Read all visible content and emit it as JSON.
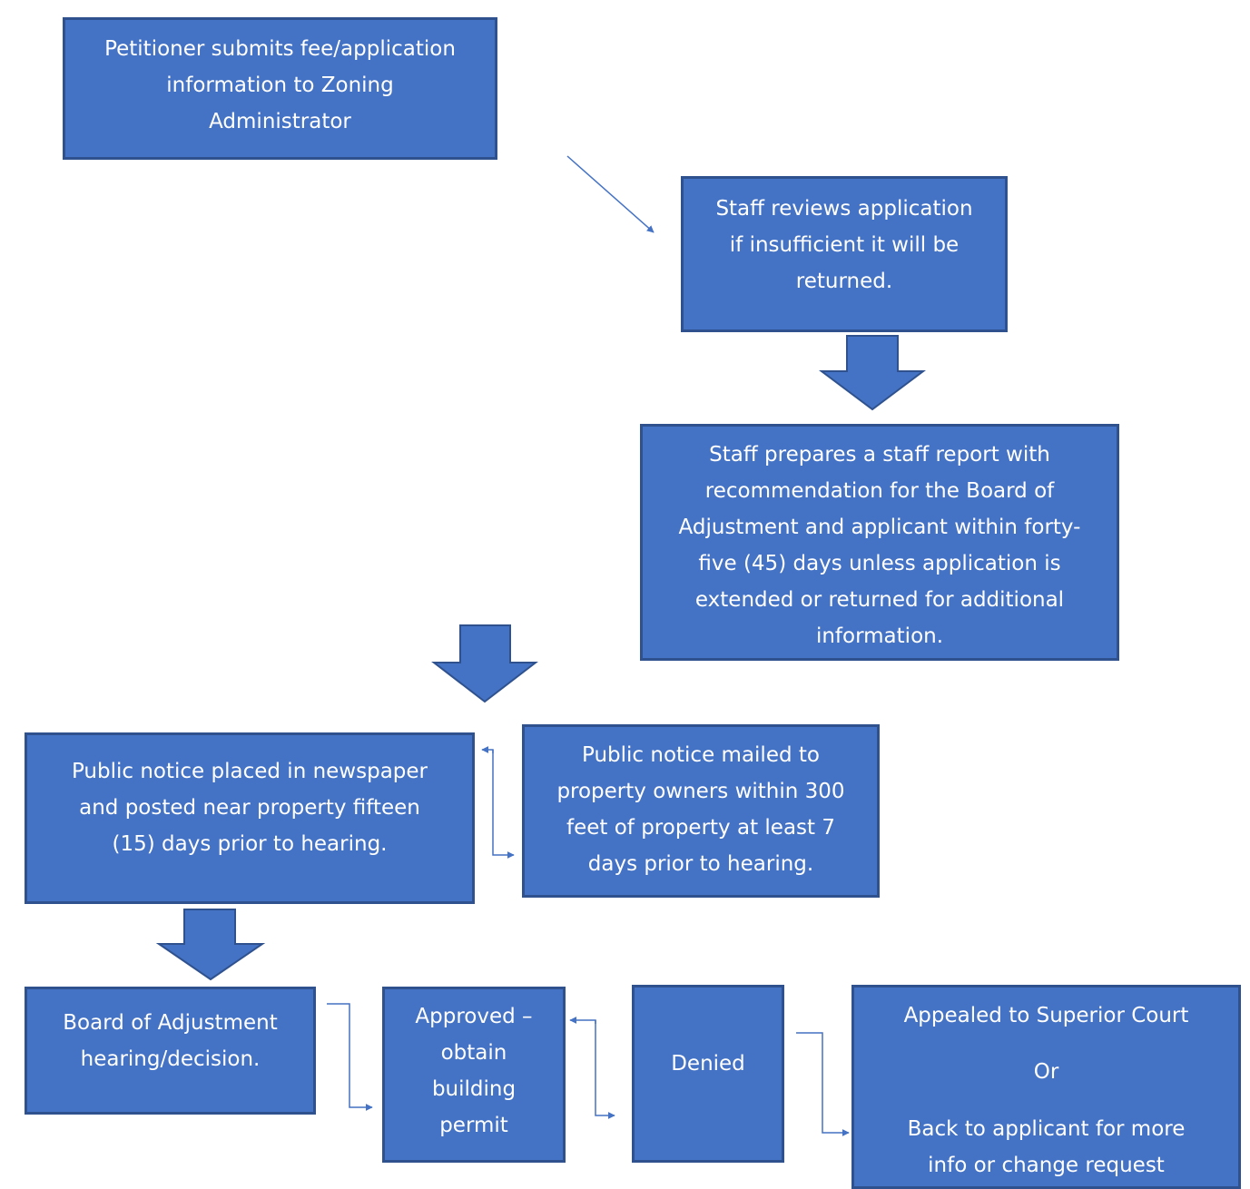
{
  "boxes": {
    "submit": {
      "lines": [
        "Petitioner submits fee/application",
        "information to Zoning",
        "Administrator"
      ]
    },
    "review": {
      "lines": [
        "Staff reviews application",
        "if insufficient it will be",
        "returned."
      ]
    },
    "report": {
      "lines": [
        "Staff prepares a staff report with",
        "recommendation for the Board of",
        "Adjustment and applicant within forty-",
        "five (45) days unless application is",
        "extended or returned for additional",
        "information."
      ]
    },
    "newspaper": {
      "lines": [
        "Public notice placed in newspaper",
        "and posted near property fifteen",
        "(15) days prior to hearing."
      ]
    },
    "mailed": {
      "lines": [
        "Public notice mailed to",
        "property owners within 300",
        "feet of property at least 7",
        "days prior to hearing."
      ]
    },
    "hearing": {
      "lines": [
        "Board of Adjustment",
        "hearing/decision."
      ]
    },
    "approved": {
      "lines": [
        "Approved –",
        "obtain",
        "building",
        "permit"
      ]
    },
    "denied": {
      "lines": [
        "Denied"
      ]
    },
    "appealed": {
      "lines": [
        "Appealed to Superior Court",
        "Or",
        "Back to applicant for more",
        "info or change request"
      ]
    }
  },
  "colors": {
    "box_fill": "#4472c4",
    "box_border": "#2f528f",
    "text": "#ffffff",
    "connector": "#4472c4"
  }
}
